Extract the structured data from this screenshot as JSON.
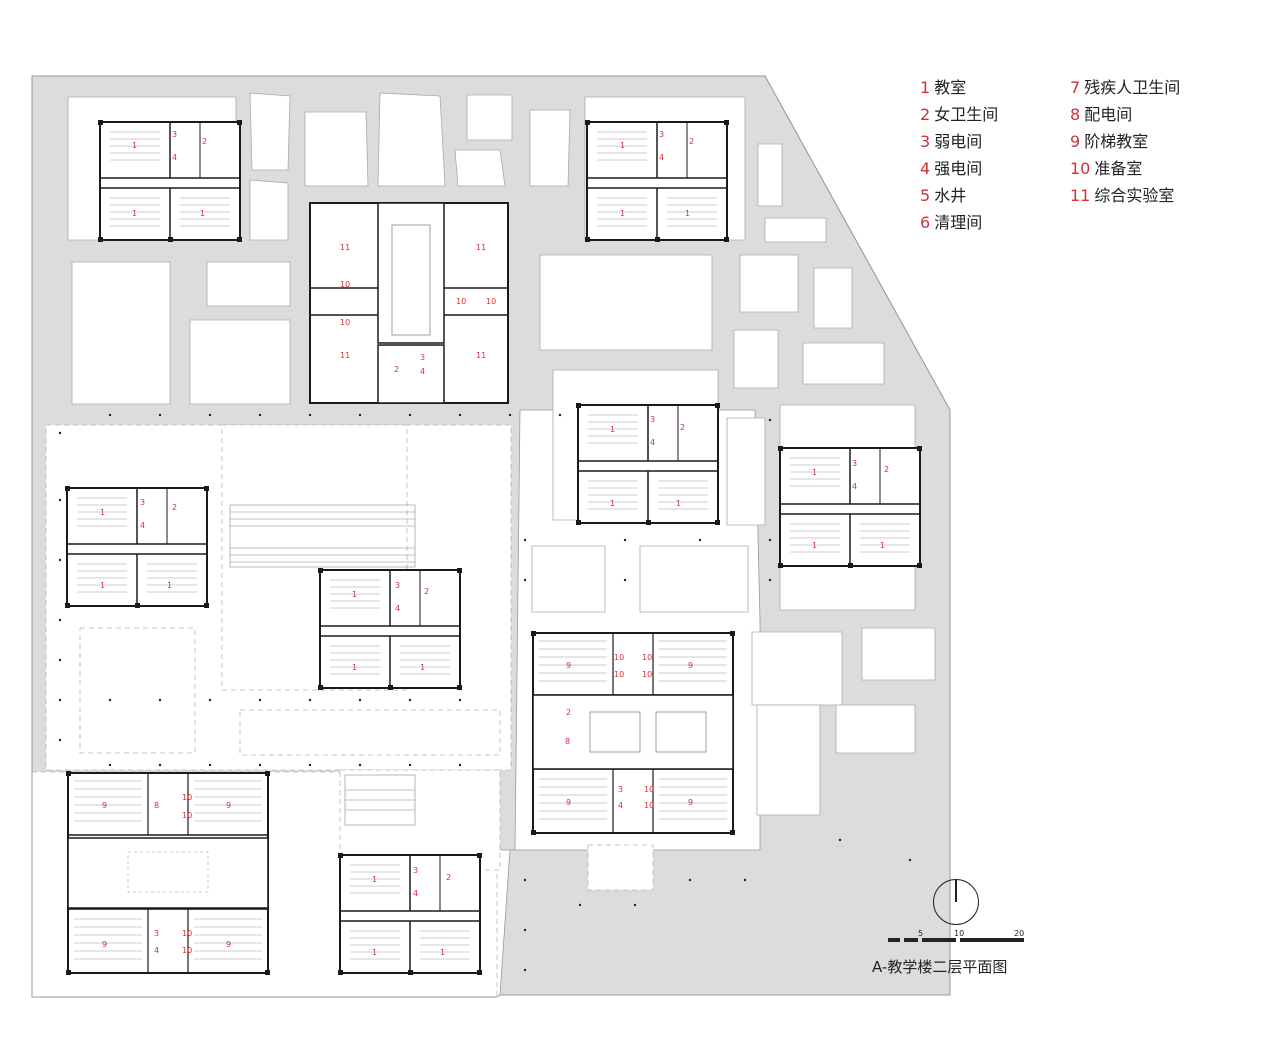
{
  "legend": {
    "col1": [
      {
        "num": "1",
        "label": "教室"
      },
      {
        "num": "2",
        "label": "女卫生间"
      },
      {
        "num": "3",
        "label": "弱电间"
      },
      {
        "num": "4",
        "label": "强电间"
      },
      {
        "num": "5",
        "label": "水井"
      },
      {
        "num": "6",
        "label": "清理间"
      }
    ],
    "col2": [
      {
        "num": "7",
        "label": "残疾人卫生间"
      },
      {
        "num": "8",
        "label": "配电间"
      },
      {
        "num": "9",
        "label": "阶梯教室"
      },
      {
        "num": "10",
        "label": "准备室"
      },
      {
        "num": "11",
        "label": "综合实验室"
      }
    ]
  },
  "scale": {
    "t5": "5",
    "t10": "10",
    "t20": "20"
  },
  "caption": "A-教学楼二层平面图",
  "colors": {
    "accent": "#d0313a",
    "ground": "#dcdcdc",
    "wall": "#1a1a1a",
    "dashed": "#b5b5b5"
  },
  "rooms": {
    "r1": "1",
    "r2": "2",
    "r3": "3",
    "r4": "4",
    "r8": "8",
    "r9": "9",
    "r10": "10",
    "r11": "11"
  }
}
